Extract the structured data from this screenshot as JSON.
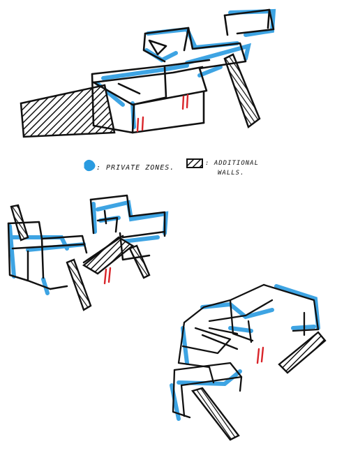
{
  "legend": {
    "private_zones_label": ": PRIVATE ZONES.",
    "additional_walls_label_line1": ": ADDITIONAL",
    "additional_walls_label_line2": "WALLS."
  },
  "colors": {
    "ink": "#111111",
    "private_zone_blue": "#2a9be0",
    "figure_red": "#d9252a",
    "paper": "#ffffff"
  },
  "icons": {
    "private_zone_swatch": "blue-marker-blob-icon",
    "additional_walls_swatch": "hatched-rectangle-icon"
  },
  "sketches": [
    {
      "name": "sketch-top"
    },
    {
      "name": "sketch-middle"
    },
    {
      "name": "sketch-bottom"
    }
  ]
}
